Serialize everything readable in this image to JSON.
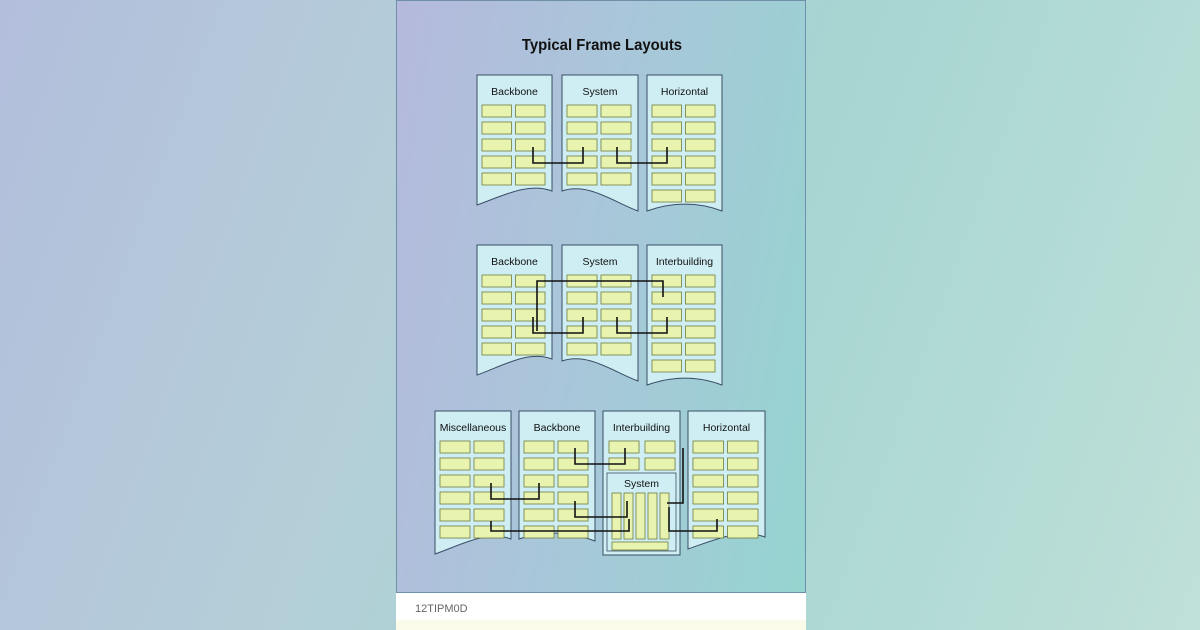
{
  "title": "Typical Frame Layouts",
  "caption": "12TIPM0D",
  "layouts": [
    {
      "name": "layout-1",
      "frames": [
        "Backbone",
        "System",
        "Horizontal"
      ]
    },
    {
      "name": "layout-2",
      "frames": [
        "Backbone",
        "System",
        "Interbuilding"
      ]
    },
    {
      "name": "layout-3",
      "frames": [
        "Miscellaneous",
        "Backbone",
        "Interbuilding",
        "Horizontal"
      ],
      "inset_label": "System"
    }
  ],
  "colors": {
    "frame_fill": "#cfeef3",
    "block_fill": "#e9f3b0",
    "block_stroke": "#6d7c3c",
    "outline": "#3a4d66",
    "cable": "#111111"
  }
}
